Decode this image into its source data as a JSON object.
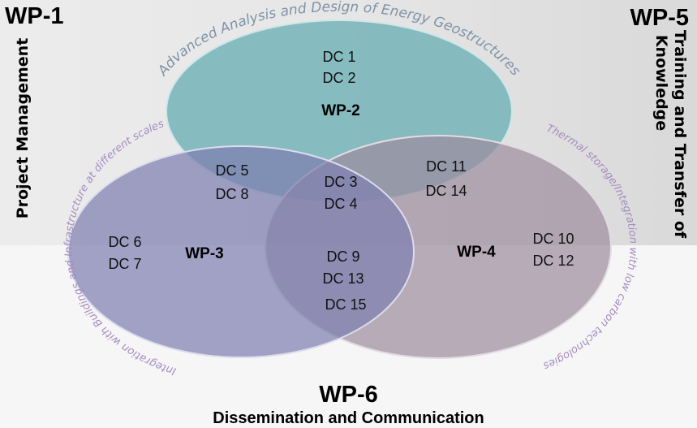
{
  "corners": {
    "wp1": {
      "label": "WP-1",
      "title": "Project Management"
    },
    "wp5": {
      "label": "WP-5",
      "title_line1": "Training and Transfer of",
      "title_line2": "Knowledge"
    },
    "wp6": {
      "label": "WP-6",
      "title": "Dissemination and Communication"
    }
  },
  "circles": {
    "wp2": {
      "label": "WP-2",
      "arc_title": "Advanced Analysis and Design of Energy Geostructures",
      "color": "#6fb1b7",
      "dcs": [
        "DC 1",
        "DC 2"
      ]
    },
    "wp3": {
      "label": "WP-3",
      "arc_title": "Integration with Buildings and Infrastructure at different scales",
      "color": "#8f8fb8",
      "dcs": [
        "DC 6",
        "DC 7"
      ]
    },
    "wp4": {
      "label": "WP-4",
      "arc_title": "Thermal storage/Integration with low carbon technologies",
      "color": "#a898a8",
      "dcs": [
        "DC 10",
        "DC 12"
      ]
    }
  },
  "overlaps": {
    "wp2_wp3": [
      "DC 5",
      "DC 8"
    ],
    "wp2_wp4": [
      "DC 11",
      "DC 14"
    ],
    "all": [
      "DC 3",
      "DC 4"
    ],
    "wp3_wp4": [
      "DC 9",
      "DC 13",
      "DC 15"
    ]
  },
  "arc_text_colors": {
    "top": "#7f93a6",
    "sides": "#a58bbf"
  }
}
